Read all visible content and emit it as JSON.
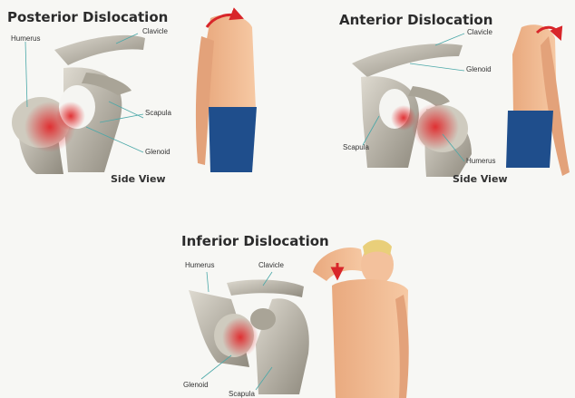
{
  "posterior": {
    "title": "Posterior Dislocation",
    "labels": {
      "humerus": "Humerus",
      "clavicle": "Clavicle",
      "scapula": "Scapula",
      "glenoid": "Glenoid"
    },
    "side_view": "Side View"
  },
  "anterior": {
    "title": "Anterior Dislocation",
    "labels": {
      "clavicle": "Clavicle",
      "glenoid": "Glenoid",
      "scapula": "Scapula",
      "humerus": "Humerus"
    },
    "side_view": "Side View"
  },
  "inferior": {
    "title": "Inferior Dislocation",
    "labels": {
      "humerus": "Humerus",
      "clavicle": "Clavicle",
      "glenoid": "Glenoid",
      "scapula": "Scapula"
    }
  },
  "colors": {
    "bone": "#c9c4b5",
    "bone_shadow": "#8f8a7e",
    "inflammation": "#d8262a",
    "skin": "#f2b88f",
    "shorts": "#1f4e8c",
    "arrow": "#d8262a"
  }
}
